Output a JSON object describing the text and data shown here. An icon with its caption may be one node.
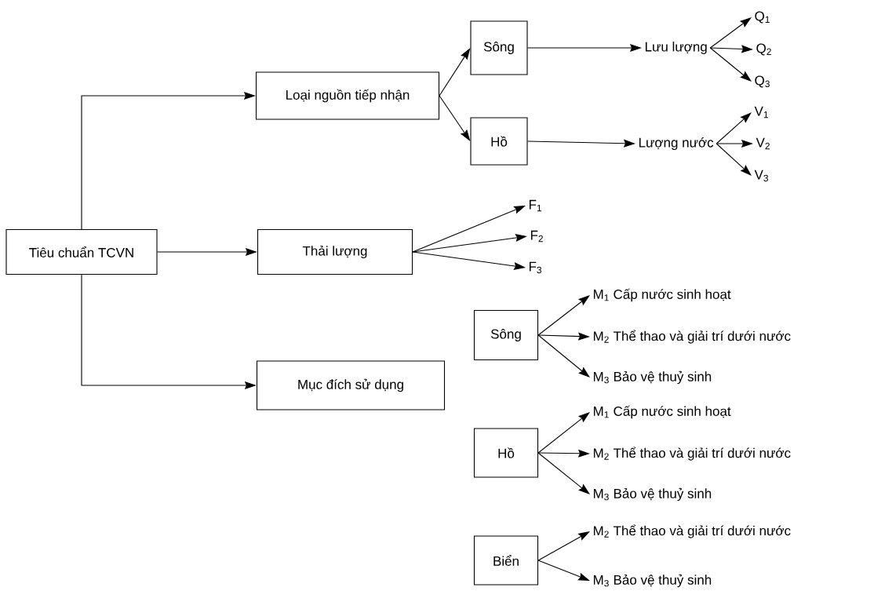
{
  "diagram": {
    "nodes": [
      {
        "text": [
          "Tiêu chuẩn TCVN"
        ]
      },
      {
        "text": [
          "Loại nguồn tiếp nhận"
        ]
      },
      {
        "text": [
          "Sông"
        ]
      },
      {
        "text": [
          "Hồ"
        ]
      },
      {
        "text": [
          "Lưu lượng"
        ]
      },
      {
        "text": [
          "Lượng nước"
        ]
      },
      {
        "text": [
          "Q$_{1}$"
        ]
      },
      {
        "text": [
          "Q$_{2}$"
        ]
      },
      {
        "text": [
          "Q$_{3}$"
        ]
      },
      {
        "text": [
          "V$_{1}$"
        ]
      },
      {
        "text": [
          "V$_{2}$"
        ]
      },
      {
        "text": [
          "V$_{3}$"
        ]
      },
      {
        "text": [
          "Thải lượng"
        ]
      },
      {
        "text": [
          "F$_{1}$"
        ]
      },
      {
        "text": [
          "F$_{2}$"
        ]
      },
      {
        "text": [
          "F$_{3}$"
        ]
      },
      {
        "text": [
          "Mục đích sử dụng"
        ]
      },
      {
        "text": [
          "Sông"
        ]
      },
      {
        "text": [
          "M$_{1}$ Cấp nước sinh hoạt"
        ]
      },
      {
        "text": [
          "M$_{2}$ Thể thao và giải trí dưới nước"
        ]
      },
      {
        "text": [
          "M$_{3}$ Bảo vệ thuỷ sinh"
        ]
      },
      {
        "text": [
          "Hồ"
        ]
      },
      {
        "text": [
          "M$_{1}$ Cấp nước sinh hoạt"
        ]
      },
      {
        "text": [
          "M$_{2}$ Thể thao và giải trí dưới nước"
        ]
      },
      {
        "text": [
          "M$_{3}$ Bảo vệ thuỷ sinh"
        ]
      },
      {
        "text": [
          "Biển"
        ]
      },
      {
        "text": [
          "M$_{2}$ Thể thao và giải trí dưới nước"
        ]
      },
      {
        "text": [
          "M$_{3}$ Bảo vệ thuỷ sinh"
        ]
      }
    ],
    "edges": [
      {
        "from": 0,
        "to": 1,
        "arrow": "to"
      },
      {
        "from": 0,
        "to": 12,
        "arrow": "to"
      },
      {
        "from": 0,
        "to": 16,
        "arrow": "to"
      },
      {
        "from": 1,
        "to": 2,
        "arrow": "to"
      },
      {
        "from": 1,
        "to": 3,
        "arrow": "to"
      },
      {
        "from": 2,
        "to": 4,
        "arrow": "to"
      },
      {
        "from": 3,
        "to": 5,
        "arrow": "to"
      },
      {
        "from": 4,
        "to": 6,
        "arrow": "to"
      },
      {
        "from": 4,
        "to": 7,
        "arrow": "to"
      },
      {
        "from": 4,
        "to": 8,
        "arrow": "to"
      },
      {
        "from": 5,
        "to": 9,
        "arrow": "to"
      },
      {
        "from": 5,
        "to": 10,
        "arrow": "to"
      },
      {
        "from": 5,
        "to": 11,
        "arrow": "to"
      },
      {
        "from": 12,
        "to": 13,
        "arrow": "to"
      },
      {
        "from": 12,
        "to": 14,
        "arrow": "to"
      },
      {
        "from": 12,
        "to": 15,
        "arrow": "to"
      },
      {
        "from": 17,
        "to": 18,
        "arrow": "to"
      },
      {
        "from": 17,
        "to": 19,
        "arrow": "to"
      },
      {
        "from": 17,
        "to": 20,
        "arrow": "to"
      },
      {
        "from": 21,
        "to": 22,
        "arrow": "to"
      },
      {
        "from": 21,
        "to": 23,
        "arrow": "to"
      },
      {
        "from": 21,
        "to": 24,
        "arrow": "to"
      },
      {
        "from": 25,
        "to": 26,
        "arrow": "to"
      },
      {
        "from": 25,
        "to": 27,
        "arrow": "to"
      }
    ]
  }
}
